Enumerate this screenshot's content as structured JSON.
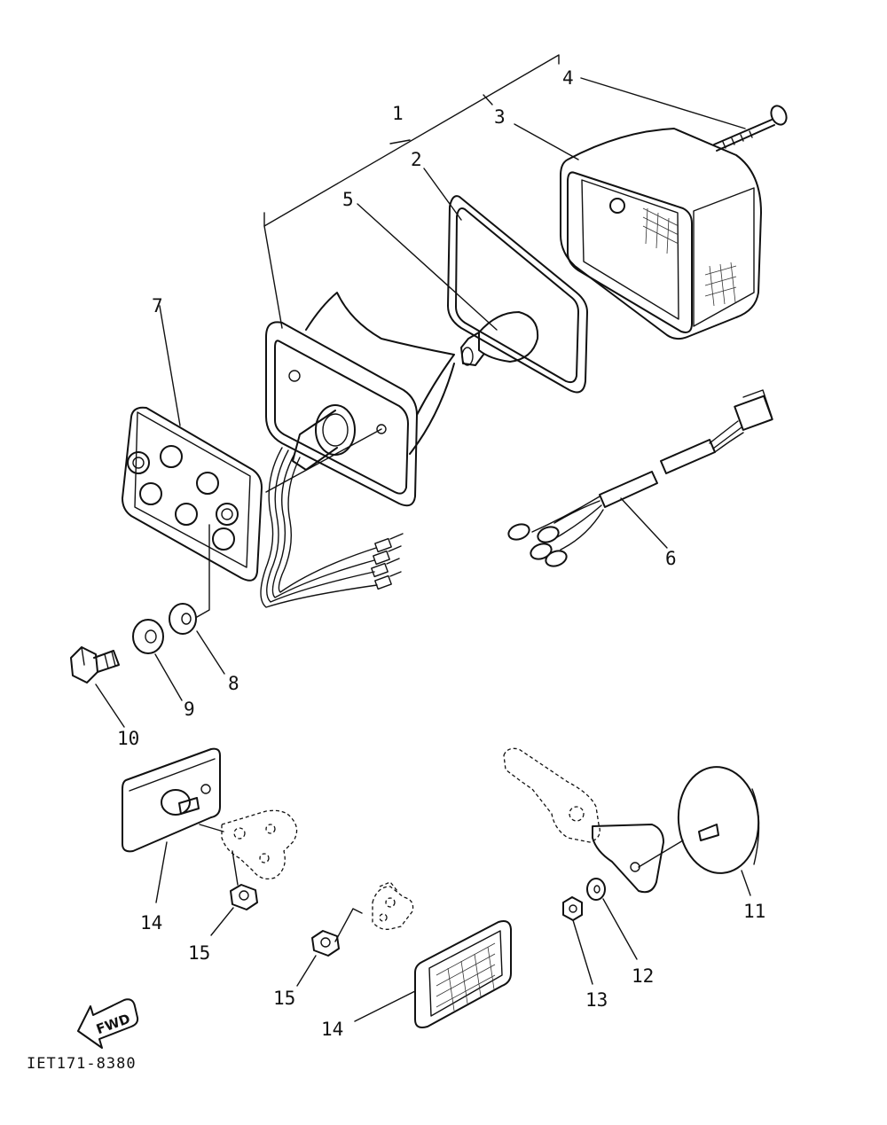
{
  "diagram": {
    "part_labels": {
      "p1": "1",
      "p2": "2",
      "p3": "3",
      "p4": "4",
      "p5": "5",
      "p6": "6",
      "p7": "7",
      "p8": "8",
      "p9": "9",
      "p10": "10",
      "p11": "11",
      "p12": "12",
      "p13": "13",
      "p14a": "14",
      "p14b": "14",
      "p15a": "15",
      "p15b": "15"
    },
    "fwd_label": "FWD",
    "drawing_code": "IET171-8380"
  }
}
